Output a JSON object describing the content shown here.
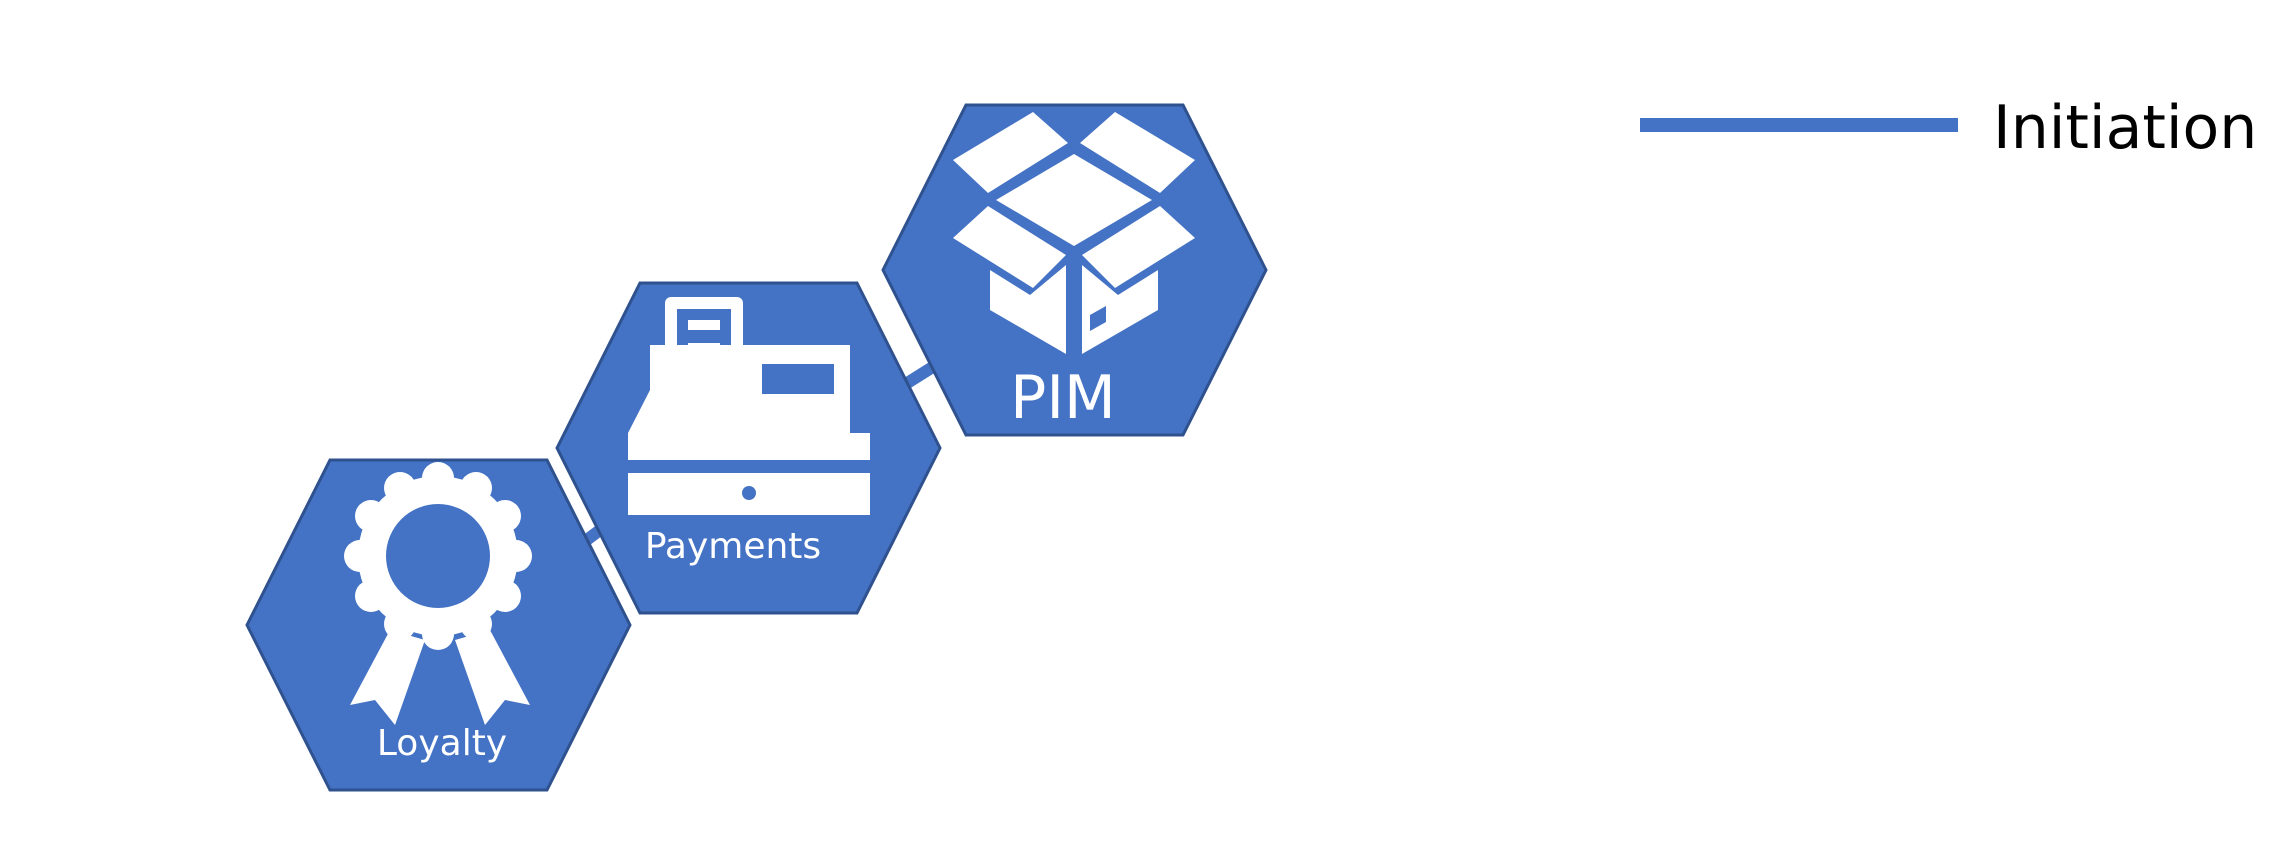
{
  "colors": {
    "hex_fill": "#4472C4",
    "hex_stroke": "#2F528F",
    "icon": "#FFFFFF",
    "legend_line": "#4472C4",
    "text_dark": "#000000"
  },
  "nodes": [
    {
      "id": "loyalty",
      "label": "Loyalty",
      "icon": "award-ribbon-icon"
    },
    {
      "id": "payments",
      "label": "Payments",
      "icon": "cash-register-icon"
    },
    {
      "id": "pim",
      "label": "PIM",
      "icon": "open-box-icon"
    }
  ],
  "legend": {
    "entries": [
      {
        "label": "Initiation"
      }
    ]
  }
}
